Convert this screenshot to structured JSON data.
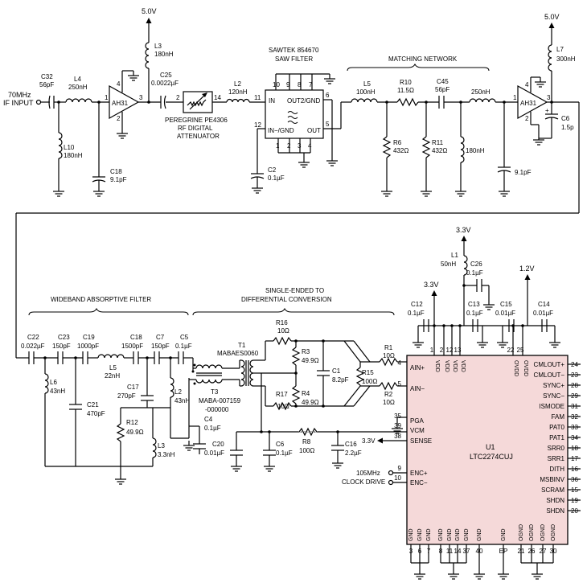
{
  "rails": {
    "v5_a": "5.0V",
    "v5_b": "5.0V",
    "v33_a": "3.3V",
    "v33_b": "3.3V",
    "v12": "1.2V",
    "v33_sense": "3.3V"
  },
  "input": {
    "freq": "70MHz",
    "label": "IF INPUT"
  },
  "section_labels": {
    "saw_filter_1": "SAWTEK 854670",
    "saw_filter_2": "SAW FILTER",
    "matching": "MATCHING NETWORK",
    "wideband": "WIDEBAND ABSORPTIVE FILTER",
    "se_diff_1": "SINGLE-ENDED TO",
    "se_diff_2": "DIFFERENTIAL CONVERSION",
    "attenuator_1": "PEREGRINE PE4306",
    "attenuator_2": "RF DIGITAL",
    "attenuator_3": "ATTENUATOR",
    "clk_freq": "105MHz",
    "clk_label": "CLOCK DRIVE"
  },
  "components": {
    "c32": {
      "ref": "C32",
      "val": "56pF"
    },
    "l4": {
      "ref": "L4",
      "val": "250nH"
    },
    "l10": {
      "ref": "L10",
      "val": "180nH"
    },
    "c18a": {
      "ref": "C18",
      "val": "9.1pF"
    },
    "amp1": {
      "ref": "AH31"
    },
    "amp2": {
      "ref": "AH31"
    },
    "l3a": {
      "ref": "L3",
      "val": "180nH"
    },
    "c25": {
      "ref": "C25",
      "val": "0.0022µF"
    },
    "l2a": {
      "ref": "L2",
      "val": "120nH"
    },
    "c2": {
      "ref": "C2",
      "val": "0.1µF"
    },
    "l5": {
      "ref": "L5",
      "val": "100nH"
    },
    "r10": {
      "ref": "R10",
      "val": "11.5Ω"
    },
    "c45": {
      "ref": "C45",
      "val": "56pF"
    },
    "l250": {
      "val": "250nH"
    },
    "r6": {
      "ref": "R6",
      "val": "432Ω"
    },
    "r11": {
      "ref": "R11",
      "val": "432Ω"
    },
    "l180": {
      "val": "180nH"
    },
    "c91": {
      "val": "9.1pF"
    },
    "l7": {
      "ref": "L7",
      "val": "300nH"
    },
    "c6a": {
      "ref": "C6",
      "val": "1.5p"
    },
    "c22": {
      "ref": "C22",
      "val": "0.022µF"
    },
    "c23": {
      "ref": "C23",
      "val": "150pF"
    },
    "c19": {
      "ref": "C19",
      "val": "1000pF"
    },
    "c18b": {
      "ref": "C18",
      "val": "1500pF"
    },
    "c7": {
      "ref": "C7",
      "val": "150pF"
    },
    "c5": {
      "ref": "C5",
      "val": "0.1µF"
    },
    "l6": {
      "ref": "L6",
      "val": "43nH"
    },
    "c21": {
      "ref": "C21",
      "val": "470pF"
    },
    "l5b": {
      "ref": "L5",
      "val": "22nH"
    },
    "c17": {
      "ref": "C17",
      "val": "270pF"
    },
    "l2b": {
      "ref": "L2",
      "val": "43nH"
    },
    "r12": {
      "ref": "R12",
      "val": "49.9Ω"
    },
    "l3b": {
      "ref": "L3",
      "val": "3.3nH"
    },
    "t1": {
      "ref": "T1",
      "val": "MABAES0060"
    },
    "t3": {
      "ref": "T3",
      "val": "MABA-007159",
      "val2": "-000000"
    },
    "c4": {
      "ref": "C4",
      "val": "0.1µF"
    },
    "r16": {
      "ref": "R16",
      "val": "10Ω"
    },
    "r17": {
      "ref": "R17",
      "val": "10Ω"
    },
    "r3": {
      "ref": "R3",
      "val": "49.9Ω"
    },
    "r4": {
      "ref": "R4",
      "val": "49.9Ω"
    },
    "c1": {
      "ref": "C1",
      "val": "8.2pF"
    },
    "r15": {
      "ref": "R15",
      "val": "100Ω"
    },
    "r1": {
      "ref": "R1",
      "val": "10Ω"
    },
    "r2": {
      "ref": "R2",
      "val": "10Ω"
    },
    "c20": {
      "ref": "C20",
      "val": "0.01µF"
    },
    "c6b": {
      "ref": "C6",
      "val": "0.1µF"
    },
    "r8": {
      "ref": "R8",
      "val": "100Ω"
    },
    "c16": {
      "ref": "C16",
      "val": "2.2µF"
    },
    "l1": {
      "ref": "L1",
      "val": "50nH"
    },
    "c26": {
      "ref": "C26",
      "val": "0.1µF"
    },
    "c12": {
      "ref": "C12",
      "val": "0.1µF"
    },
    "c13": {
      "ref": "C13",
      "val": "0.1µF"
    },
    "c15": {
      "ref": "C15",
      "val": "0.01µF"
    },
    "c14": {
      "ref": "C14",
      "val": "0.01µF"
    }
  },
  "adc": {
    "ref": "U1",
    "part": "LTC2274CUJ",
    "left_pins": [
      {
        "num": "4",
        "name": "AIN+"
      },
      {
        "num": "5",
        "name": "AIN−"
      },
      {
        "num": "35",
        "name": "PGA"
      },
      {
        "num": "39",
        "name": "VCM"
      },
      {
        "num": "38",
        "name": "SENSE"
      },
      {
        "num": "9",
        "name": "ENC+"
      },
      {
        "num": "10",
        "name": "ENC−"
      }
    ],
    "right_pins": [
      {
        "num": "24",
        "name": "CMLOUT+"
      },
      {
        "num": "23",
        "name": "CMLOUT−"
      },
      {
        "num": "28",
        "name": "SYNC+"
      },
      {
        "num": "29",
        "name": "SYNC−"
      },
      {
        "num": "31",
        "name": "ISMODE"
      },
      {
        "num": "32",
        "name": "FAM"
      },
      {
        "num": "33",
        "name": "PAT0"
      },
      {
        "num": "34",
        "name": "PAT1"
      },
      {
        "num": "18",
        "name": "SRR0"
      },
      {
        "num": "17",
        "name": "SRR1"
      },
      {
        "num": "16",
        "name": "DITH"
      },
      {
        "num": "36",
        "name": "MSBINV"
      },
      {
        "num": "15",
        "name": "SCRAM"
      },
      {
        "num": "19",
        "name": "SHDN"
      },
      {
        "num": "20",
        "name": "SHDN"
      }
    ],
    "top_pins": [
      {
        "num": "1",
        "name": "VDD"
      },
      {
        "num": "2",
        "name": "VDD"
      },
      {
        "num": "12",
        "name": "VDD"
      },
      {
        "num": "13",
        "name": "VDD"
      },
      {
        "num": "22",
        "name": "OVDD"
      },
      {
        "num": "25",
        "name": "OVDD"
      }
    ],
    "bottom_pins": [
      {
        "num": "3",
        "name": "GND"
      },
      {
        "num": "6",
        "name": "GND"
      },
      {
        "num": "7",
        "name": "GND"
      },
      {
        "num": "8",
        "name": "GND"
      },
      {
        "num": "11",
        "name": "GND"
      },
      {
        "num": "14",
        "name": "GND"
      },
      {
        "num": "37",
        "name": "GND"
      },
      {
        "num": "40",
        "name": "GND"
      },
      {
        "num": "EP",
        "name": "GND"
      },
      {
        "num": "21",
        "name": "OGND"
      },
      {
        "num": "26",
        "name": "OGND"
      },
      {
        "num": "27",
        "name": "OGND"
      },
      {
        "num": "30",
        "name": "OGND"
      }
    ]
  },
  "pin_labels": {
    "saw_in": "IN",
    "saw_out": "OUT",
    "saw_out2": "OUT2/GND",
    "saw_in2": "IN−/GND",
    "p1": "1",
    "p2": "2",
    "p3": "3",
    "p4": "4",
    "p5": "5",
    "p6": "6",
    "p7": "7",
    "p8": "8",
    "p9": "9",
    "p10": "10",
    "p11": "11",
    "p12": "12",
    "p14": "14"
  }
}
